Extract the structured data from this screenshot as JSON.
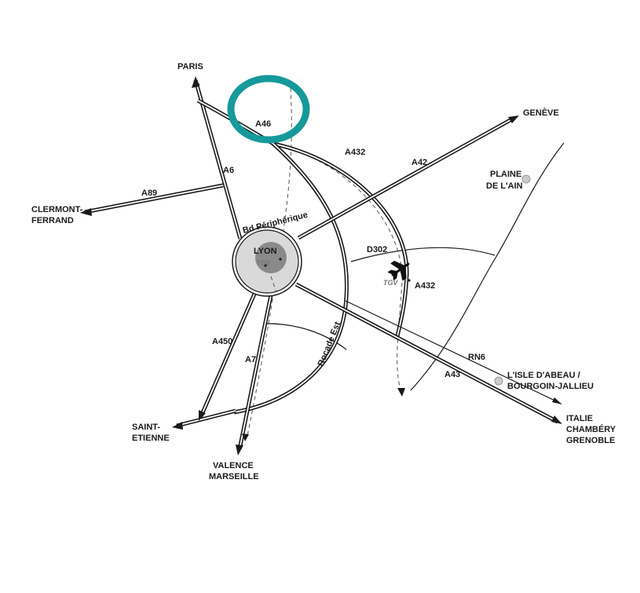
{
  "cities": {
    "paris": "PARIS",
    "geneve": "GENÈVE",
    "clermont_1": "CLERMONT-",
    "clermont_2": "FERRAND",
    "plaine_1": "PLAINE",
    "plaine_2": "DE L'AIN",
    "lyon": "LYON",
    "isle_1": "L'ISLE D'ABEAU /",
    "isle_2": "BOURGOIN-JALLIEU",
    "italie_1": "ITALIE",
    "italie_2": "CHAMBÉRY",
    "italie_3": "GRENOBLE",
    "stetienne_1": "SAINT-",
    "stetienne_2": "ETIENNE",
    "valence_1": "VALENCE",
    "valence_2": "MARSEILLE"
  },
  "roads": {
    "a6": "A6",
    "a46": "A46",
    "a432_top": "A432",
    "a42": "A42",
    "a89": "A89",
    "bd_peripherique": "Bd Périphérique",
    "d302": "D302",
    "a432_right": "A432",
    "a450": "A450",
    "a7": "A7",
    "rocade_est": "Rocade Est",
    "rn6": "RN6",
    "a43": "A43"
  },
  "tgv": {
    "lyon": "TGV",
    "airport": "TGV"
  },
  "colors": {
    "highlight_ring": "#16999a",
    "city_marker": "#cccccc",
    "lyon_disc": "#d9d9d9",
    "lyon_core": "#8a8a8a"
  },
  "icons": {
    "airport": "airplane-icon",
    "highlight": "highlight-circle"
  }
}
